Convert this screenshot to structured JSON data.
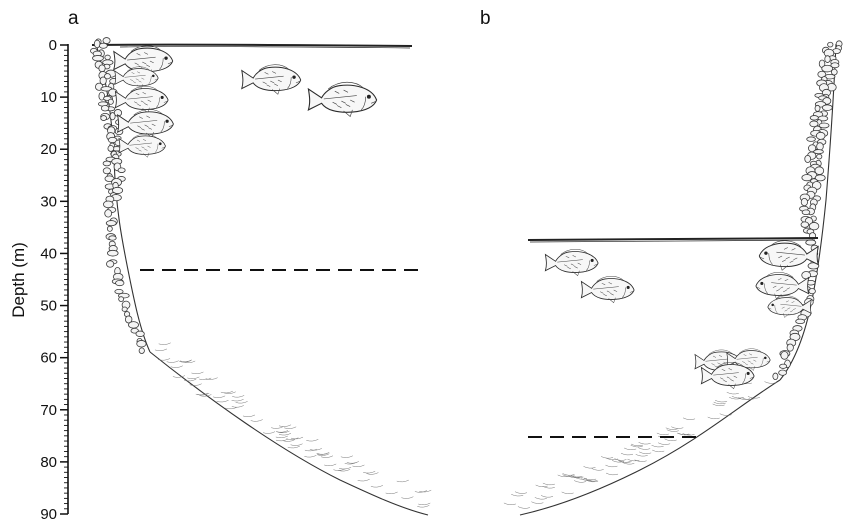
{
  "panels": [
    {
      "label": "a",
      "lake_surface_depth_m": 0,
      "dashed_line_depth_m": 43,
      "fish_count": 7
    },
    {
      "label": "b",
      "lake_surface_depth_m": 37,
      "dashed_line_depth_m": 75,
      "fish_count": 8
    }
  ],
  "axis": {
    "label": "Depth (m)",
    "ticks": [
      "0",
      "10",
      "20",
      "30",
      "40",
      "50",
      "60",
      "70",
      "80",
      "90"
    ],
    "range": [
      0,
      90
    ],
    "minor_tick_step": 1
  }
}
